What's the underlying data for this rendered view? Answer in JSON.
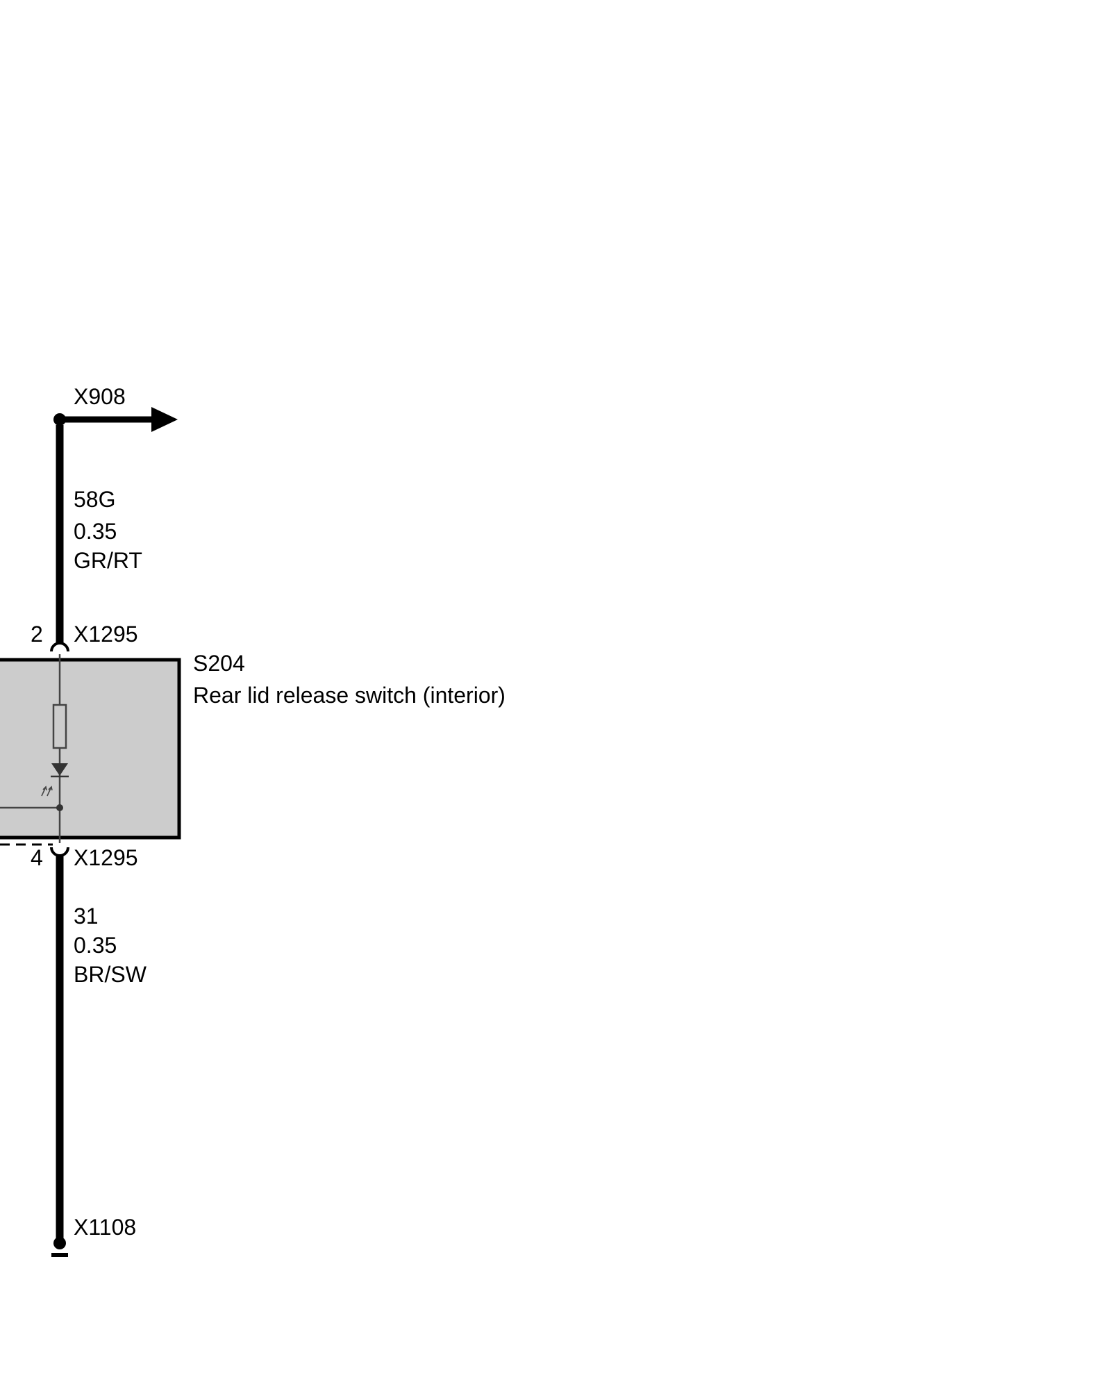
{
  "connectors": {
    "top_terminal": "X908",
    "upper_pin": {
      "pin": "2",
      "name": "X1295"
    },
    "lower_pin": {
      "pin": "4",
      "name": "X1295"
    },
    "ground_terminal": "X1108"
  },
  "wires": {
    "upper": {
      "circuit": "58G",
      "size": "0.35",
      "color": "GR/RT"
    },
    "lower": {
      "circuit": "31",
      "size": "0.35",
      "color": "BR/SW"
    }
  },
  "component": {
    "id": "S204",
    "description": "Rear lid release switch (interior)",
    "fill_color": "#cccccc"
  },
  "icons": {
    "resistor": "resistor-icon",
    "led": "led-diode-icon",
    "arrow": "arrow-right-icon",
    "ground": "ground-icon"
  }
}
